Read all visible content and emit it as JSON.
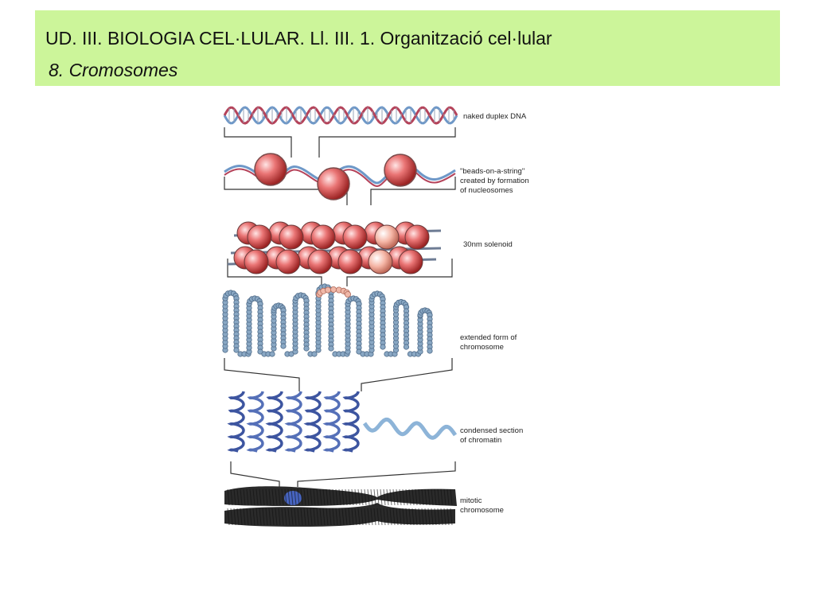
{
  "header": {
    "title": "UD. III. BIOLOGIA CEL·LULAR. Ll. III. 1. Organització cel·lular",
    "subtitle": "8. Cromosomes"
  },
  "figure": {
    "labels": {
      "dna": [
        "naked duplex DNA"
      ],
      "beads": [
        "\"beads-on-a-string\"",
        "created by formation",
        "of nucleosomes"
      ],
      "solenoid": [
        "30nm solenoid"
      ],
      "extended": [
        "extended form of",
        "chromosome"
      ],
      "condensed": [
        "condensed section",
        "of chromatin"
      ],
      "mitotic": [
        "mitotic",
        "chromosome"
      ]
    },
    "colors": {
      "dna_strand": "#6e98c8",
      "nucleosome": "#e05a5a",
      "chromatin_loop": "#8aa8c4",
      "condensed": "#4a60a8",
      "chromosome": "#2a2a2a",
      "bracket": "#333333"
    }
  }
}
